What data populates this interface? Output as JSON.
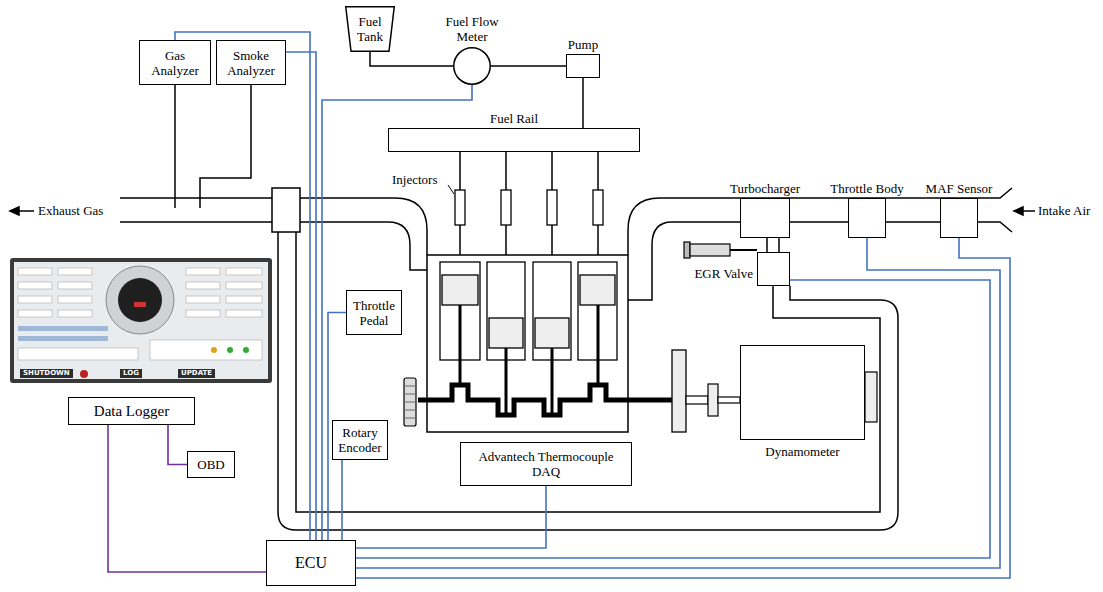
{
  "diagram": {
    "nodes": [
      {
        "text": [
          "Fuel Tank"
        ]
      },
      {
        "text": [
          "Fuel Flow Meter"
        ]
      },
      {
        "text": [
          "Pump"
        ]
      },
      {
        "text": [
          "Gas Analyzer"
        ]
      },
      {
        "text": [
          "Smoke Analyzer"
        ]
      },
      {
        "text": [
          "Fuel Rail"
        ]
      },
      {
        "text": [
          "Turbocharger"
        ]
      },
      {
        "text": [
          "Throttle Body"
        ]
      },
      {
        "text": [
          "MAF Sensor"
        ]
      },
      {
        "text": [
          "EGR Valve"
        ]
      },
      {
        "text": [
          "Throttle Pedal"
        ]
      },
      {
        "text": [
          "Rotary Encoder"
        ]
      },
      {
        "text": [
          "Advantech Thermocouple DAQ"
        ]
      },
      {
        "text": [
          "Dynamometer"
        ]
      },
      {
        "text": [
          "Data Logger"
        ]
      },
      {
        "text": [
          "OBD"
        ]
      },
      {
        "text": [
          "ECU"
        ]
      }
    ],
    "edges": [
      {
        "from": 0,
        "to": 1,
        "arrow": "none"
      },
      {
        "from": 1,
        "to": 2,
        "arrow": "none"
      },
      {
        "from": 2,
        "to": 5,
        "arrow": "none"
      },
      {
        "from": 3,
        "to": 16,
        "arrow": "none"
      },
      {
        "from": 4,
        "to": 16,
        "arrow": "none"
      },
      {
        "from": 1,
        "to": 16,
        "arrow": "none"
      },
      {
        "from": 10,
        "to": 16,
        "arrow": "none"
      },
      {
        "from": 11,
        "to": 16,
        "arrow": "none"
      },
      {
        "from": 12,
        "to": 16,
        "arrow": "none"
      },
      {
        "from": 7,
        "to": 16,
        "arrow": "none"
      },
      {
        "from": 8,
        "to": 16,
        "arrow": "none"
      },
      {
        "from": 9,
        "to": 16,
        "arrow": "none"
      },
      {
        "from": 14,
        "to": 15,
        "arrow": "none"
      },
      {
        "from": 14,
        "to": 16,
        "arrow": "none"
      }
    ],
    "labels": [
      "Injectors",
      "Exhaust Gas",
      "Intake Air",
      "SHUTDOWN",
      "LOG",
      "UPDATE"
    ]
  }
}
